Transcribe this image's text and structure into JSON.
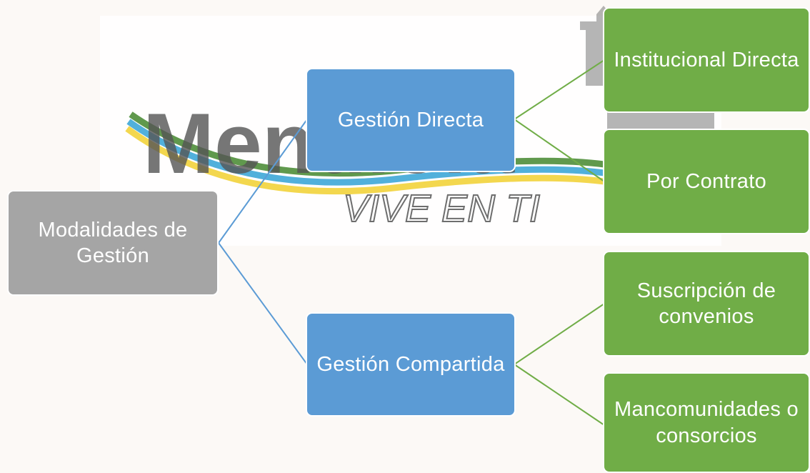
{
  "diagram": {
    "root": {
      "label": "Modalidades de Gestión"
    },
    "branches": [
      {
        "label": "Gestión Directa",
        "leaves": [
          {
            "label": "Institucional Directa"
          },
          {
            "label": "Por Contrato"
          }
        ]
      },
      {
        "label": "Gestión Compartida",
        "leaves": [
          {
            "label": "Suscripción de convenios"
          },
          {
            "label": "Mancomunidades o consorcios"
          }
        ]
      }
    ]
  },
  "watermark": {
    "logo_text": "Mendiola",
    "slogan": "VIVE EN TI"
  },
  "colors": {
    "background": "#fcf9f6",
    "root_fill": "#a5a5a5",
    "branch_fill": "#5b9bd5",
    "leaf_fill": "#70ad47",
    "branch_connector": "#5b9bd5",
    "leaf_connector": "#70ad47"
  }
}
